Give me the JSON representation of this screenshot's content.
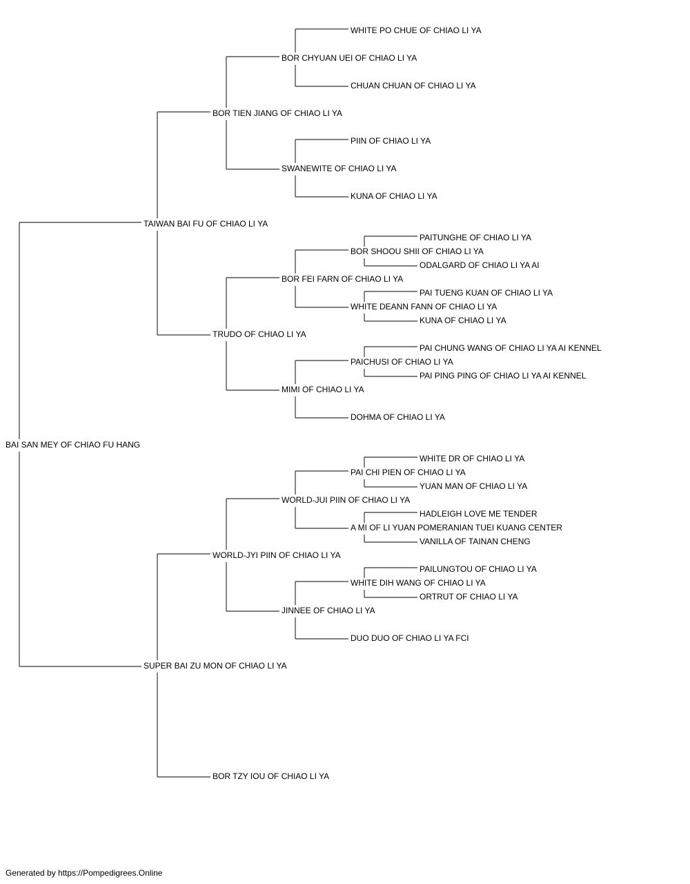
{
  "pedigree": {
    "name": "BAI SAN MEY OF CHIAO FU HANG",
    "sire": {
      "name": "TAIWAN BAI FU OF CHIAO LI YA",
      "sire": {
        "name": "BOR TIEN JIANG OF CHIAO LI YA",
        "sire": {
          "name": "BOR CHYUAN UEI OF CHIAO LI YA",
          "sire": {
            "name": "WHITE PO CHUE OF CHIAO LI YA"
          },
          "dam": {
            "name": "CHUAN CHUAN OF CHIAO LI YA"
          }
        },
        "dam": {
          "name": "SWANEWITE OF CHIAO LI YA",
          "sire": {
            "name": "PIIN OF CHIAO LI YA"
          },
          "dam": {
            "name": "KUNA OF CHIAO LI YA"
          }
        }
      },
      "dam": {
        "name": "TRUDO OF CHIAO LI YA",
        "sire": {
          "name": "BOR FEI FARN OF CHIAO LI YA",
          "sire": {
            "name": "BOR SHOOU SHII OF CHIAO LI YA",
            "sire": {
              "name": "PAITUNGHE OF CHIAO LI YA"
            },
            "dam": {
              "name": "ODALGARD OF CHIAO LI YA AI"
            }
          },
          "dam": {
            "name": "WHITE DEANN FANN OF CHIAO LI YA",
            "sire": {
              "name": "PAI TUENG KUAN OF CHIAO LI YA"
            },
            "dam": {
              "name": "KUNA OF CHIAO LI YA"
            }
          }
        },
        "dam": {
          "name": "MIMI OF CHIAO LI YA",
          "sire": {
            "name": "PAICHUSI OF CHIAO LI YA",
            "sire": {
              "name": "PAI CHUNG WANG OF CHIAO LI YA AI KENNEL"
            },
            "dam": {
              "name": "PAI PING PING OF CHIAO LI YA AI KENNEL"
            }
          },
          "dam": {
            "name": "DOHMA OF CHIAO LI YA"
          }
        }
      }
    },
    "dam": {
      "name": "SUPER BAI ZU MON OF CHIAO LI YA",
      "sire": {
        "name": "WORLD-JYI PIIN OF CHIAO LI YA",
        "sire": {
          "name": "WORLD-JUI PIIN OF CHIAO LI YA",
          "sire": {
            "name": "PAI CHI PIEN OF CHIAO LI YA",
            "sire": {
              "name": "WHITE DR OF CHIAO LI YA"
            },
            "dam": {
              "name": "YUAN MAN OF CHIAO LI YA"
            }
          },
          "dam": {
            "name": "A MI OF LI YUAN POMERANIAN TUEI KUANG CENTER",
            "sire": {
              "name": "HADLEIGH LOVE ME TENDER"
            },
            "dam": {
              "name": "VANILLA OF TAINAN CHENG"
            }
          }
        },
        "dam": {
          "name": "JINNEE OF CHIAO LI YA",
          "sire": {
            "name": "WHITE DIH WANG OF CHIAO LI YA",
            "sire": {
              "name": "PAILUNGTOU OF CHIAO LI YA"
            },
            "dam": {
              "name": "ORTRUT OF CHIAO LI YA"
            }
          },
          "dam": {
            "name": "DUO DUO OF CHIAO LI YA FCI"
          }
        }
      },
      "dam": {
        "name": "BOR TZY IOU OF CHIAO LI YA"
      }
    }
  },
  "footer": "Generated by https://Pompedigrees.Online"
}
